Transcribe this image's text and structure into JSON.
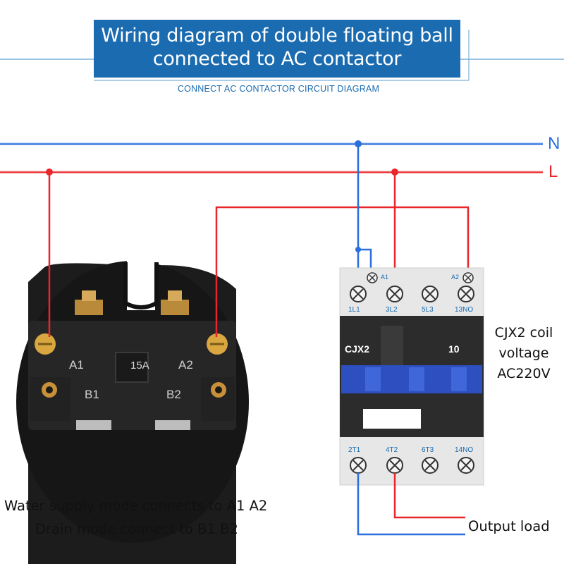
{
  "title": {
    "line1": "Wiring diagram of double floating ball",
    "line2": "connected to AC contactor"
  },
  "subtitle": "CONNECT AC CONTACTOR CIRCUIT DIAGRAM",
  "lines": {
    "neutral": "N",
    "live": "L",
    "neutral_color": "#2a6fdc",
    "live_color": "#e8262b"
  },
  "switch": {
    "rating": "15A",
    "terminals": [
      "A1",
      "A2",
      "B1",
      "B2"
    ]
  },
  "contactor": {
    "model": "CJX2",
    "rating": "10",
    "coil_terminals": [
      "A1",
      "A2"
    ],
    "top_terminals": [
      "1L1",
      "3L2",
      "5L3",
      "13NO"
    ],
    "bottom_terminals": [
      "2T1",
      "4T2",
      "6T3",
      "14NO"
    ],
    "coil_label": [
      "CJX2 coil",
      "voltage",
      "AC220V"
    ]
  },
  "notes": {
    "water_supply": "Water supply mode connects to A1 A2",
    "drain": "Drain mode connect to B1 B2"
  },
  "output_label": "Output load"
}
